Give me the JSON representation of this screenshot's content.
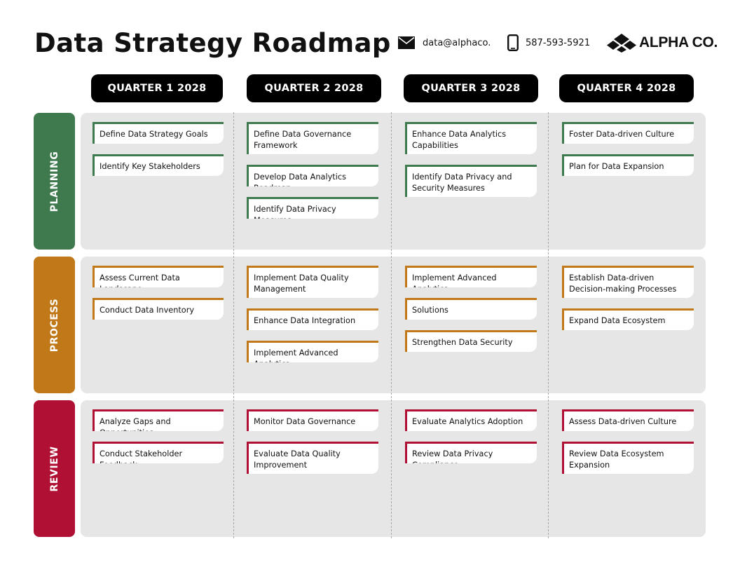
{
  "header": {
    "title": "Data Strategy Roadmap",
    "email": "data@alphaco.",
    "phone": "587-593-5921",
    "brand": "ALPHA CO."
  },
  "icons": [
    "email-icon",
    "phone-icon",
    "diamond-logo-icon"
  ],
  "colors": {
    "planning": "#3e7a4e",
    "process": "#c07818",
    "review": "#b01034",
    "quarter_bg": "#000000",
    "panel_bg": "#e6e6e6"
  },
  "quarters": [
    "QUARTER 1 2028",
    "QUARTER 2 2028",
    "QUARTER 3 2028",
    "QUARTER 4 2028"
  ],
  "rows": [
    {
      "label": "PLANNING",
      "cells": [
        [
          "Define Data Strategy Goals",
          "Identify Key Stakeholders"
        ],
        [
          "Define Data Governance Framework",
          "Develop Data Analytics Roadmap",
          "Identify Data Privacy Measures"
        ],
        [
          "Enhance Data Analytics Capabilities",
          "Identify Data Privacy and Security Measures"
        ],
        [
          "Foster Data-driven Culture",
          "Plan for Data Expansion"
        ]
      ]
    },
    {
      "label": "PROCESS",
      "cells": [
        [
          "Assess Current Data Landscape",
          "Conduct Data Inventory"
        ],
        [
          "Implement Data Quality Management",
          "Enhance Data Integration",
          "Implement Advanced Analytics"
        ],
        [
          "Implement Advanced Analytics",
          "Solutions",
          "Strengthen Data Security"
        ],
        [
          "Establish Data-driven Decision-making Processes",
          "Expand Data Ecosystem"
        ]
      ]
    },
    {
      "label": "REVIEW",
      "cells": [
        [
          "Analyze Gaps and Opportunities",
          "Conduct Stakeholder Feedback"
        ],
        [
          "Monitor Data Governance",
          "Evaluate Data Quality Improvement"
        ],
        [
          "Evaluate Analytics Adoption",
          "Review Data Privacy Compliance"
        ],
        [
          "Assess Data-driven Culture",
          "Review Data Ecosystem Expansion"
        ]
      ]
    }
  ]
}
